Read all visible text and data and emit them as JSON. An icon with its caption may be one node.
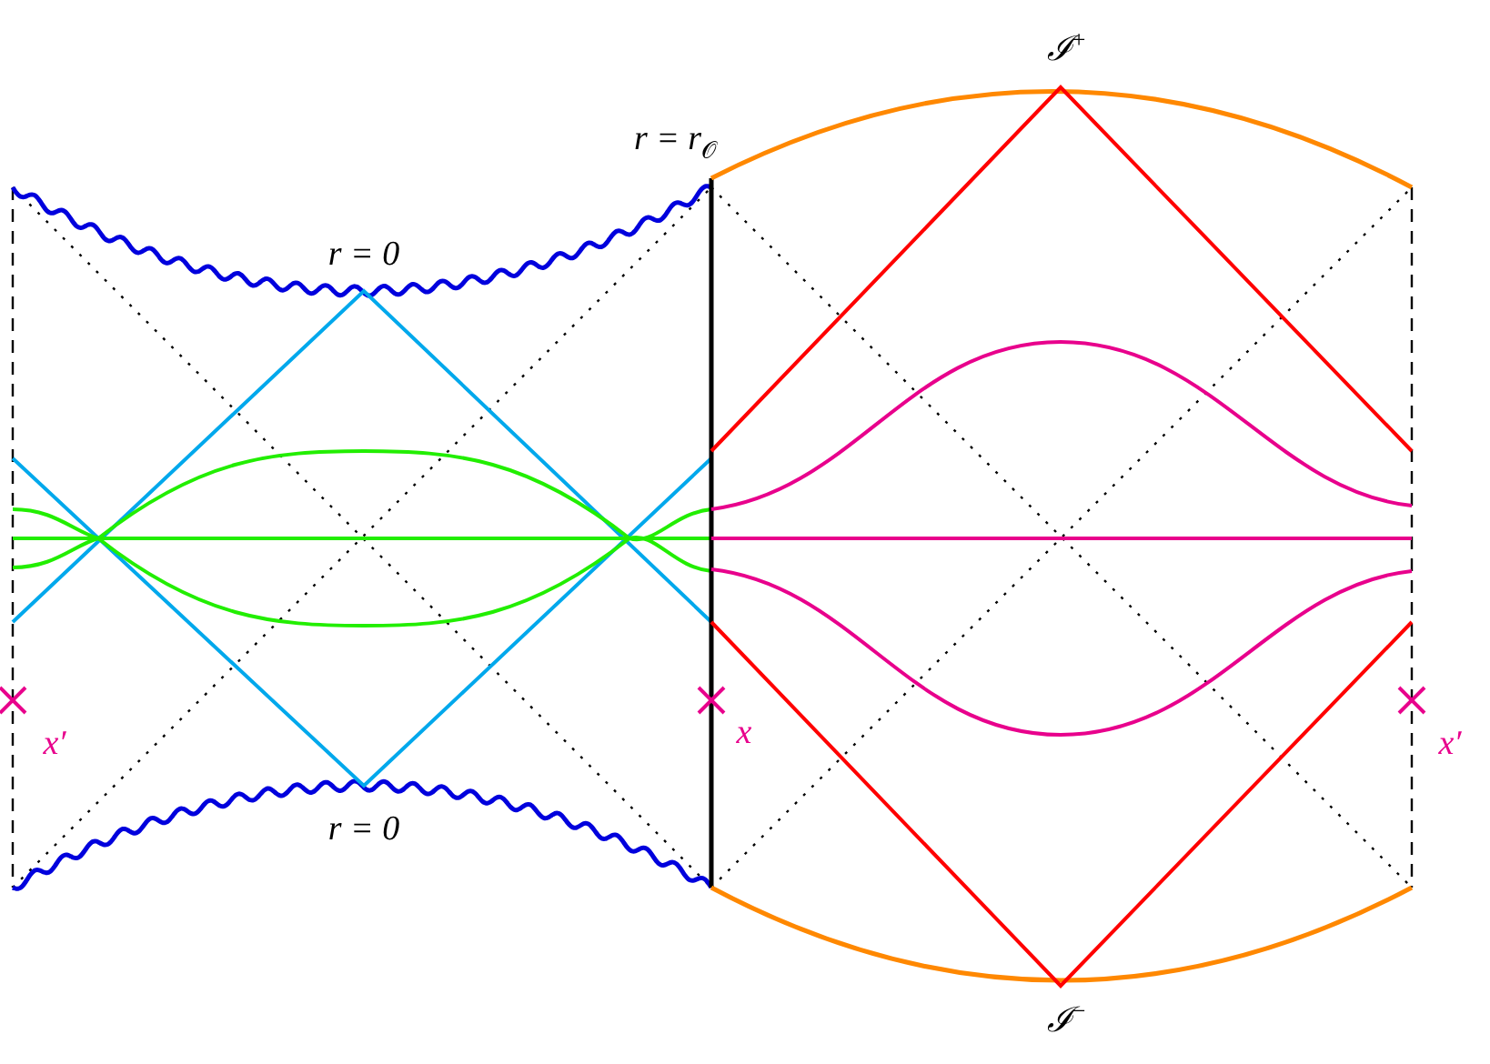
{
  "diagram": {
    "labels": [
      "ℐ$^{+}$",
      "r = r$_{𝒪}$",
      "r = 0",
      "x′",
      "x",
      "x′",
      "r = 0",
      "ℐ$^{−}$"
    ]
  }
}
